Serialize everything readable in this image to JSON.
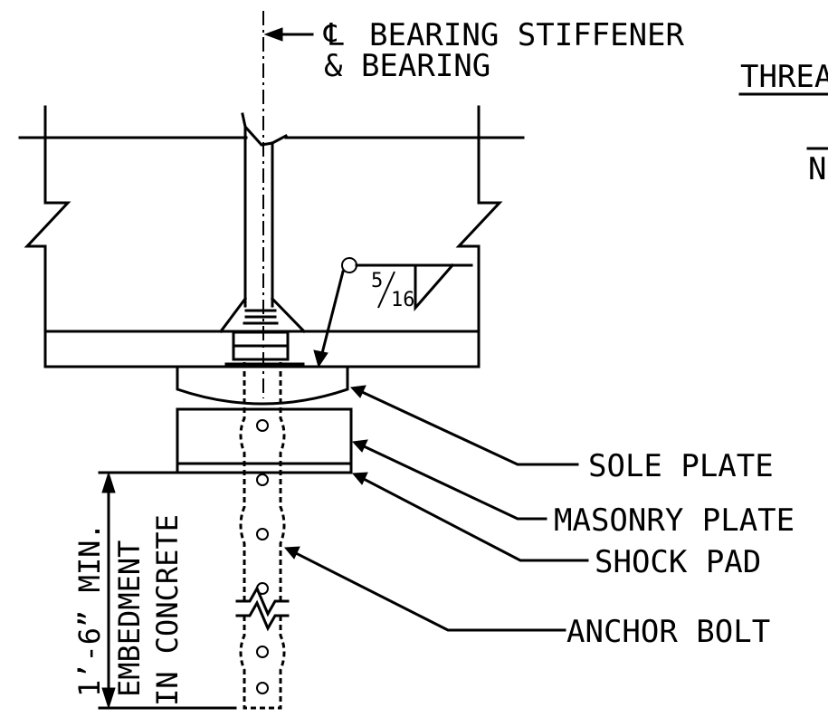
{
  "notes": {
    "centerline_symbol": "℄",
    "centerline_line1": "BEARING STIFFENER",
    "centerline_line2": "& BEARING",
    "cut_label": "THREA",
    "cut_label2": "N"
  },
  "weld": {
    "size_numerator": "5",
    "size_denominator": "16"
  },
  "callouts": {
    "sole_plate": "SOLE PLATE",
    "masonry_plate": "MASONRY PLATE",
    "shock_pad": "SHOCK PAD",
    "anchor_bolt": "ANCHOR BOLT"
  },
  "dimension": {
    "value": "1’-6” MIN.",
    "line2": "EMBEDMENT",
    "line3": "IN CONCRETE"
  }
}
